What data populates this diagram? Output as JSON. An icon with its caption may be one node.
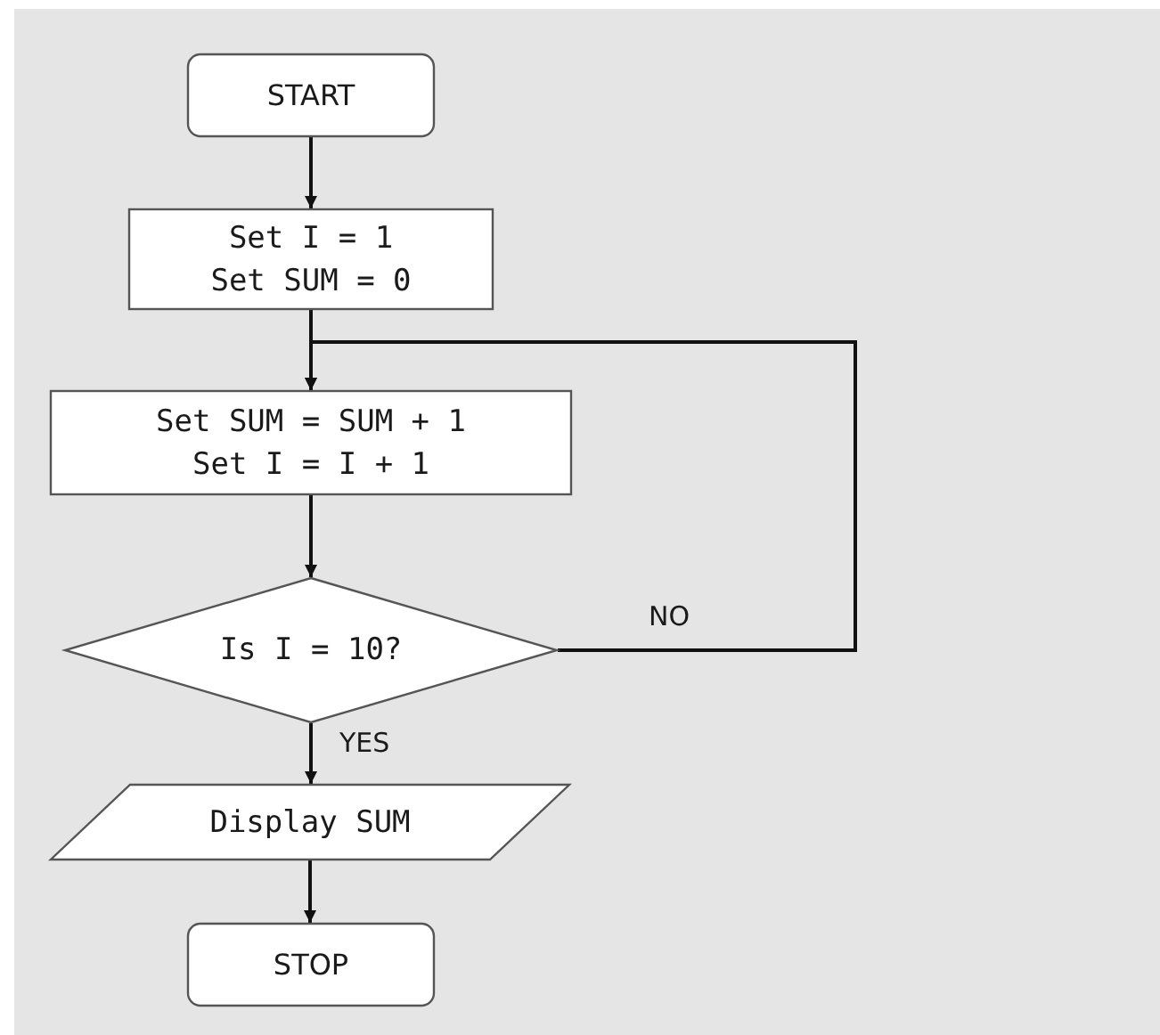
{
  "diagram": {
    "nodes": [
      {
        "text": [
          "START"
        ]
      },
      {
        "text": [
          "Set I = 1",
          "Set SUM = 0"
        ]
      },
      {
        "text": [
          "Set SUM = SUM + 1",
          "Set I = I + 1"
        ]
      },
      {
        "text": [
          "Is I = 10?"
        ]
      },
      {
        "text": [
          "Display SUM"
        ]
      },
      {
        "text": [
          "STOP"
        ]
      }
    ],
    "edges": [
      {
        "from": 0,
        "to": 1,
        "arrow": "to"
      },
      {
        "from": 1,
        "to": 2,
        "arrow": "to"
      },
      {
        "from": 2,
        "to": 3,
        "arrow": "to"
      },
      {
        "from": 3,
        "to": 4,
        "arrow": "to",
        "label": "YES"
      },
      {
        "from": 4,
        "to": 5,
        "arrow": "to"
      },
      {
        "from": 3,
        "to": 2,
        "arrow": "to",
        "label": "NO"
      }
    ]
  }
}
